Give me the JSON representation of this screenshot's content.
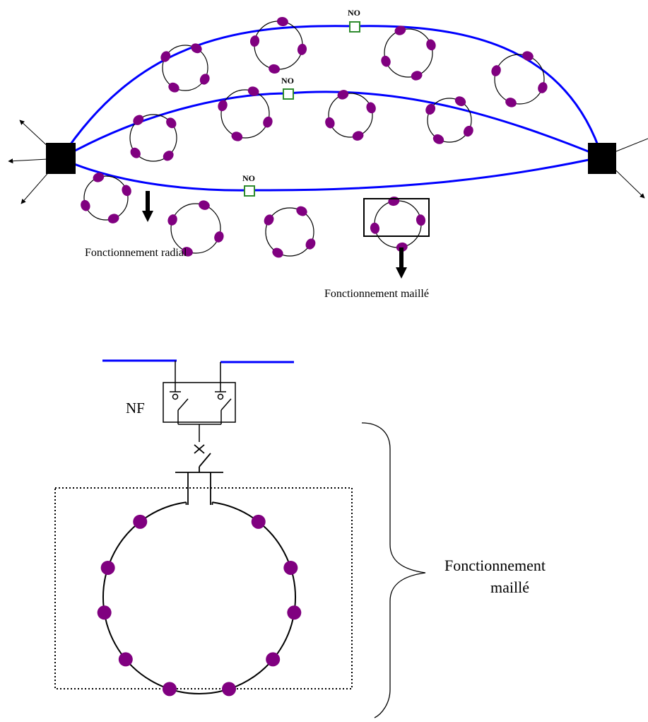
{
  "labels": {
    "switch_open": "NO",
    "radial": "Fonctionnement radial",
    "meshed": "Fonctionnement maillé",
    "closed_switch": "NF",
    "meshed_line1": "Fonctionnement",
    "meshed_line2": "maillé"
  },
  "colors": {
    "feeder": "#0000ff",
    "node": "#800080",
    "switch_open": "#2e8b2e",
    "line": "#000000"
  },
  "icons": [
    "substation-square",
    "loop-node",
    "arrow-down",
    "switch-symbol",
    "circuit-breaker",
    "brace"
  ]
}
